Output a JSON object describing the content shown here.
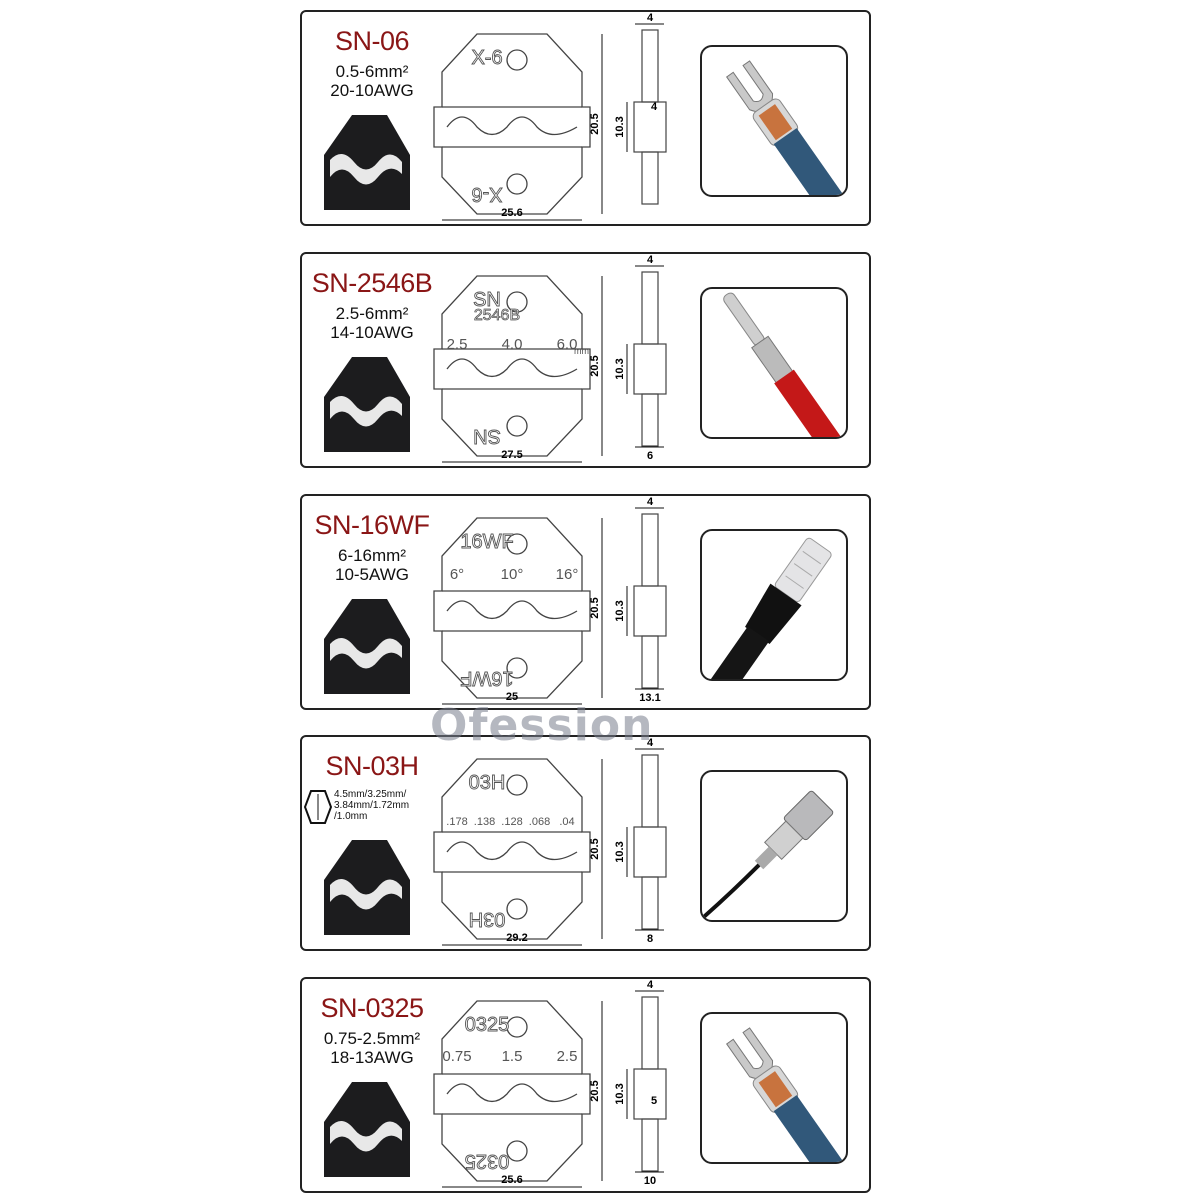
{
  "watermark": "Ofession",
  "panels": [
    {
      "model": "SN-06",
      "spec": [
        "0.5-6mm²",
        "20-10AWG"
      ],
      "die_label": "X-6",
      "die_label2": "",
      "sizes": [],
      "width": "25.6",
      "height": "20.5",
      "inner_height": "10.3",
      "top": "4",
      "mid": "4",
      "bottom": "",
      "photo": "fork-terminal-icon"
    },
    {
      "model": "SN-2546B",
      "spec": [
        "2.5-6mm²",
        "14-10AWG"
      ],
      "die_label": "SN",
      "die_label2": "2546B",
      "sizes": [
        "2.5",
        "4.0",
        "6.0"
      ],
      "unit": "mm",
      "width": "27.5",
      "height": "20.5",
      "inner_height": "10.3",
      "top": "4",
      "mid": "",
      "bottom": "6",
      "photo": "pin-terminal-icon"
    },
    {
      "model": "SN-16WF",
      "spec": [
        "6-16mm²",
        "10-5AWG"
      ],
      "die_label": "16WF",
      "die_label2": "",
      "sizes": [
        "6°",
        "10°",
        "16°"
      ],
      "width": "25",
      "height": "20.5",
      "inner_height": "10.3",
      "top": "4",
      "mid": "",
      "bottom": "13.1",
      "photo": "ferrule-icon"
    },
    {
      "model": "SN-03H",
      "spec": [
        "4.5mm/3.25mm/",
        "3.84mm/1.72mm",
        "/1.0mm"
      ],
      "die_label": "03H",
      "die_label2": "",
      "sizes": [
        ".178",
        ".138",
        ".128",
        ".068",
        ".04"
      ],
      "width": "29.2",
      "height": "20.5",
      "inner_height": "10.3",
      "top": "4",
      "mid": "",
      "bottom": "8",
      "photo": "bnc-connector-icon"
    },
    {
      "model": "SN-0325",
      "spec": [
        "0.75-2.5mm²",
        "18-13AWG"
      ],
      "die_label": "0325",
      "die_label2": "",
      "sizes": [
        "0.75",
        "1.5",
        "2.5"
      ],
      "width": "25.6",
      "height": "20.5",
      "inner_height": "10.3",
      "top": "4",
      "mid": "5",
      "bottom": "10",
      "photo": "fork-terminal-icon"
    }
  ],
  "colors": {
    "title": "#8a1616",
    "die": "#1c1c1e",
    "outline": "#444"
  }
}
